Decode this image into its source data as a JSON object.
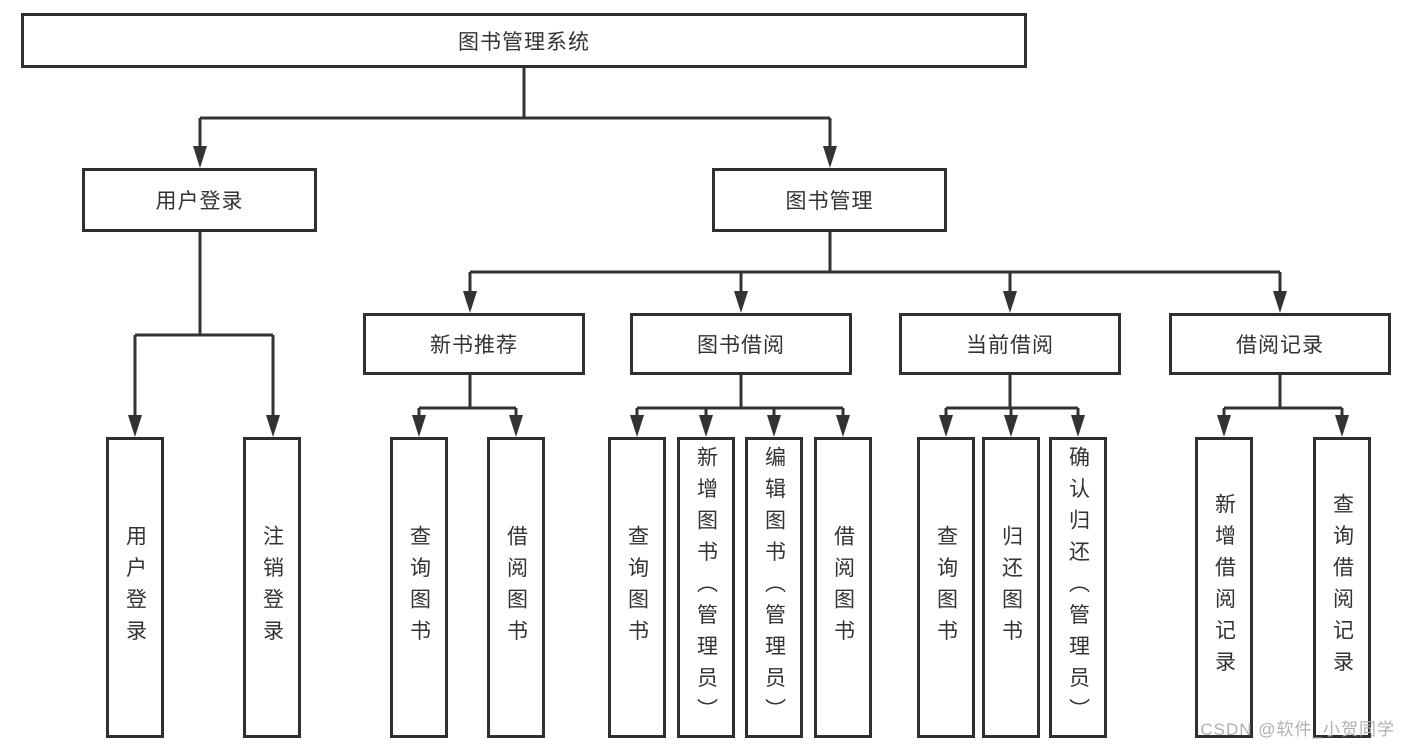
{
  "diagram_title": "图书管理系统",
  "colors": {
    "line": "#333333",
    "box_border": "#2f2f2f",
    "text": "#333333",
    "watermark": "#b0b0b0",
    "background": "#ffffff"
  },
  "watermark": {
    "text": "CSDN @软件_小贺同学"
  },
  "tree": {
    "root": {
      "label": "图书管理系统"
    },
    "branches": [
      {
        "label": "用户登录",
        "children": [
          {
            "label": "用户登录"
          },
          {
            "label": "注销登录"
          }
        ]
      },
      {
        "label": "图书管理",
        "children": [
          {
            "label": "新书推荐",
            "children": [
              {
                "label": "查询图书"
              },
              {
                "label": "借阅图书"
              }
            ]
          },
          {
            "label": "图书借阅",
            "children": [
              {
                "label": "查询图书"
              },
              {
                "label": "新增图书（管理员）"
              },
              {
                "label": "编辑图书（管理员）"
              },
              {
                "label": "借阅图书"
              }
            ]
          },
          {
            "label": "当前借阅",
            "children": [
              {
                "label": "查询图书"
              },
              {
                "label": "归还图书"
              },
              {
                "label": "确认归还（管理员）"
              }
            ]
          },
          {
            "label": "借阅记录",
            "children": [
              {
                "label": "新增借阅记录"
              },
              {
                "label": "查询借阅记录"
              }
            ]
          }
        ]
      }
    ]
  }
}
